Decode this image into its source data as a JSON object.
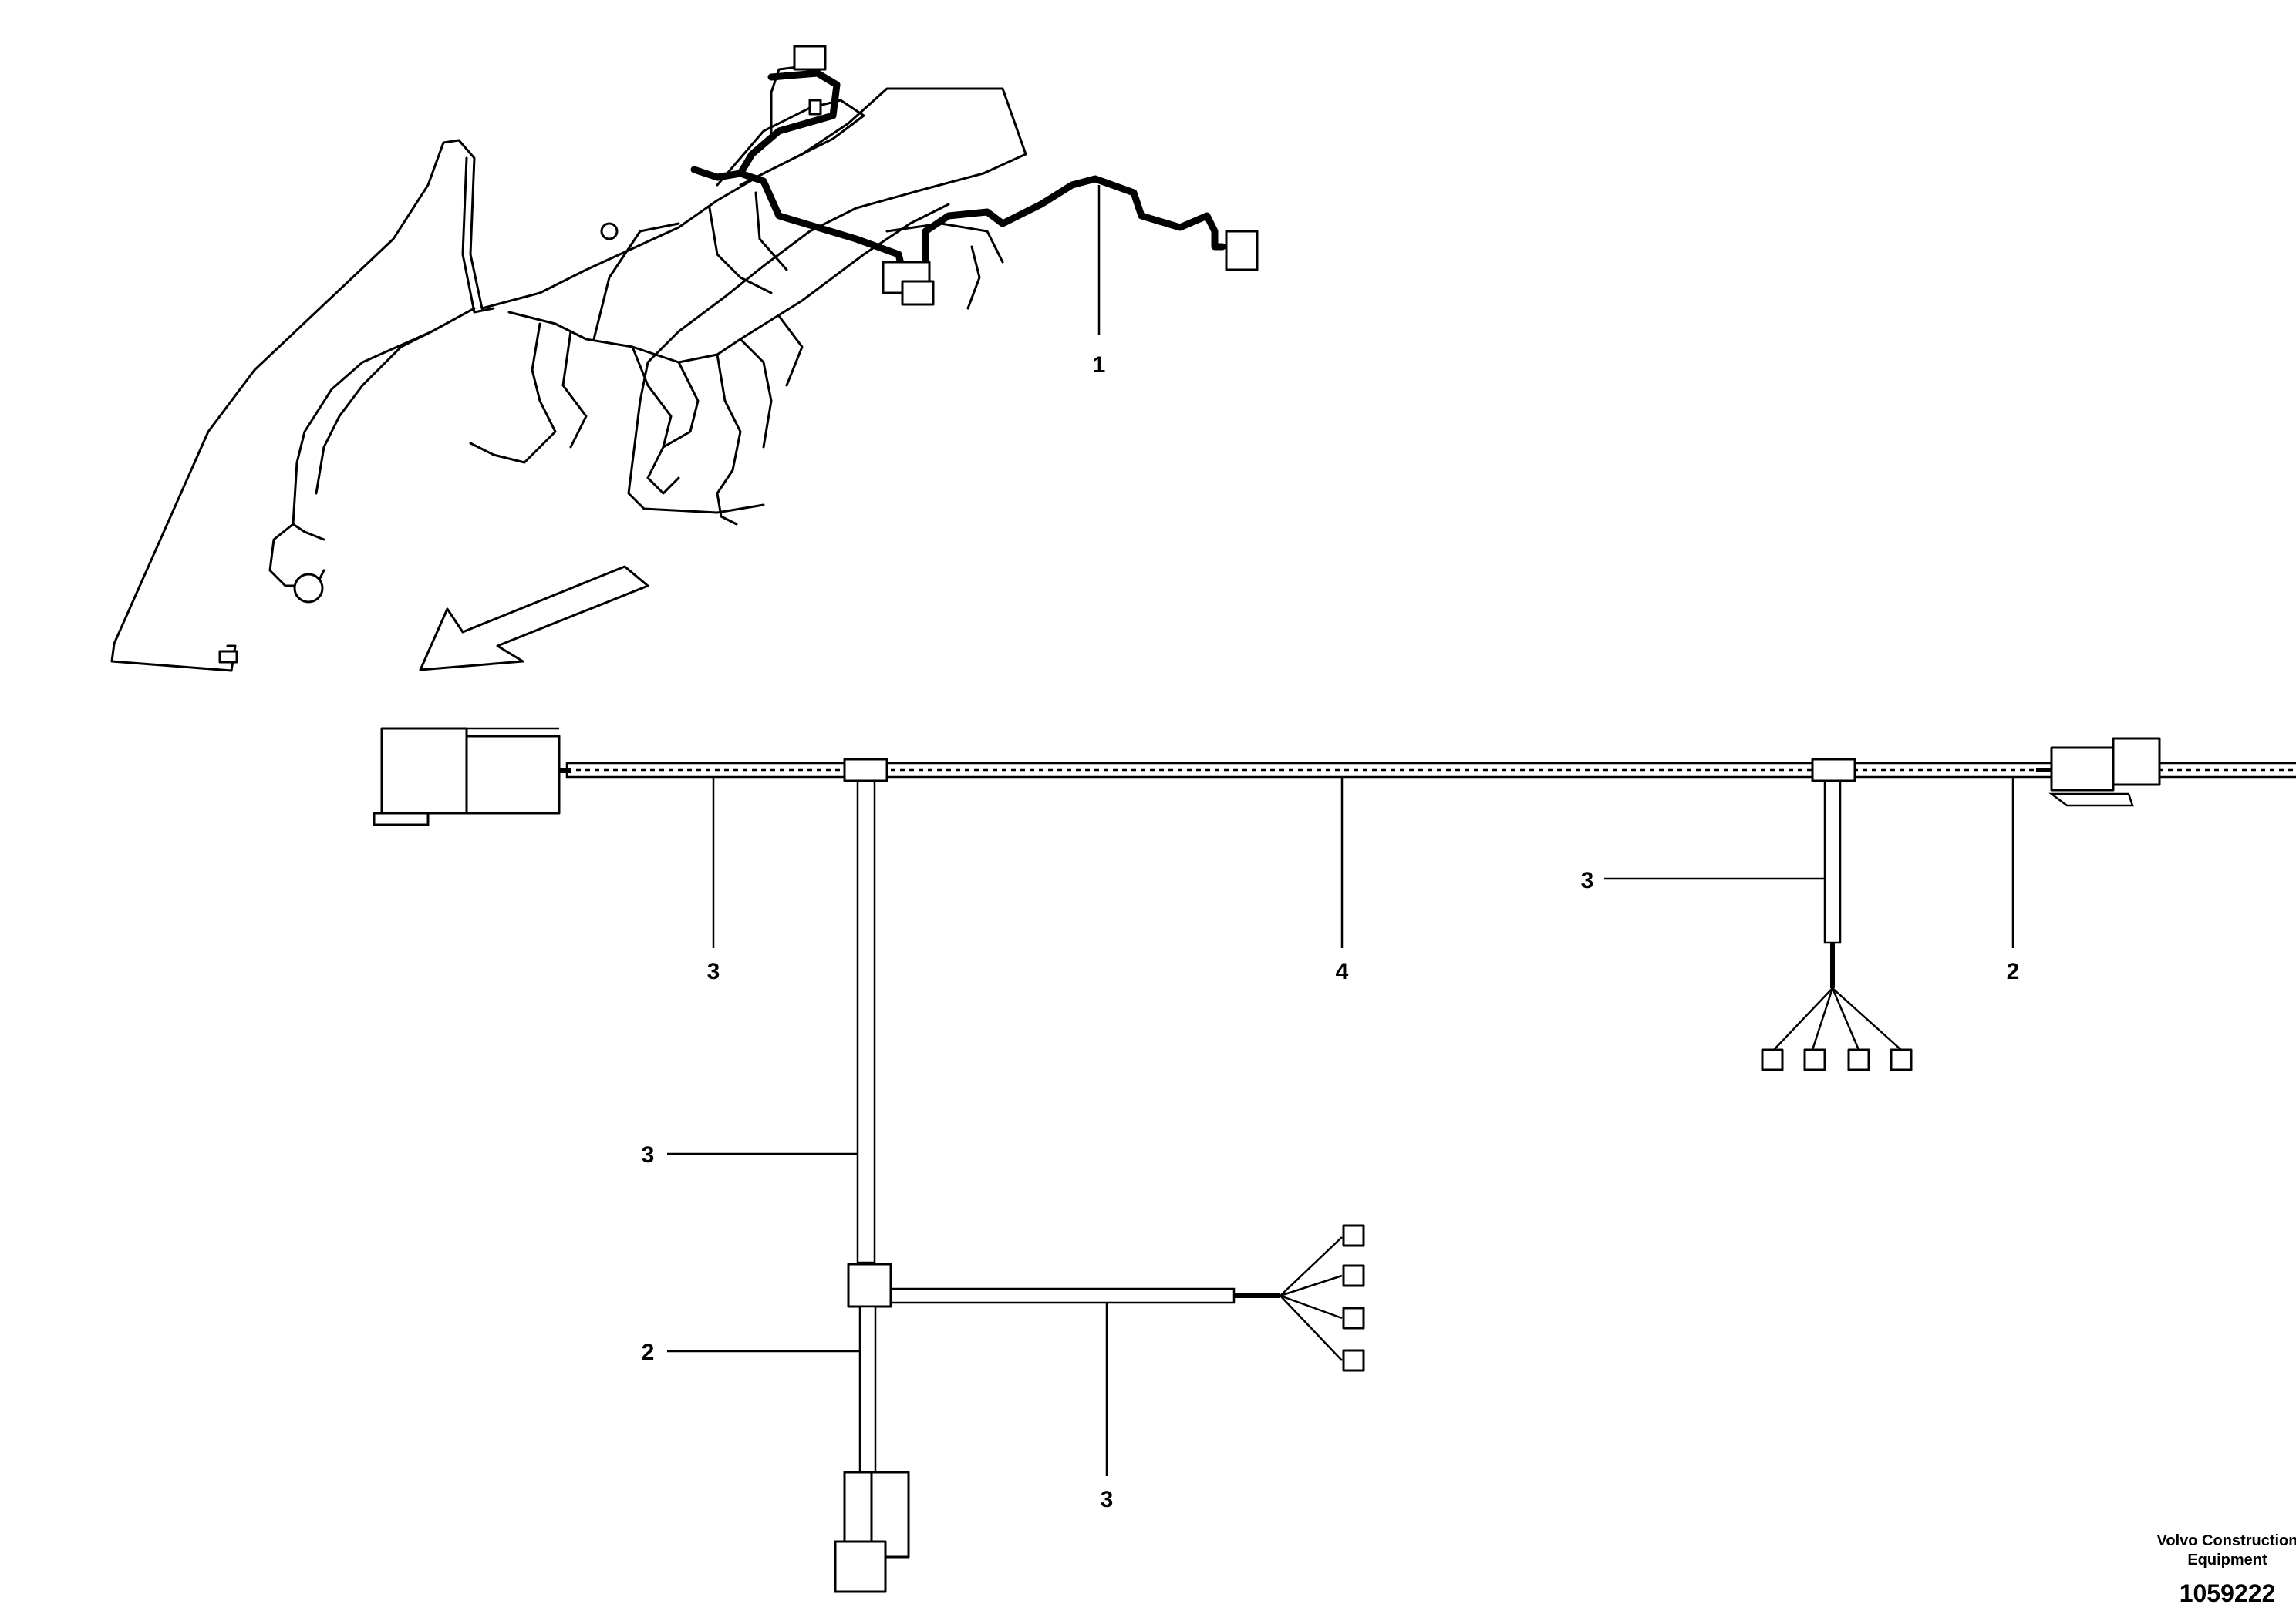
{
  "callouts": {
    "c1": "1",
    "c2_right": "2",
    "c2_lower": "2",
    "c3_left": "3",
    "c3_right": "3",
    "c3_vertical": "3",
    "c3_bottom": "3",
    "c4": "4"
  },
  "footer": {
    "brand_line1": "Volvo Construction",
    "brand_line2": "Equipment",
    "part_number": "1059222"
  }
}
